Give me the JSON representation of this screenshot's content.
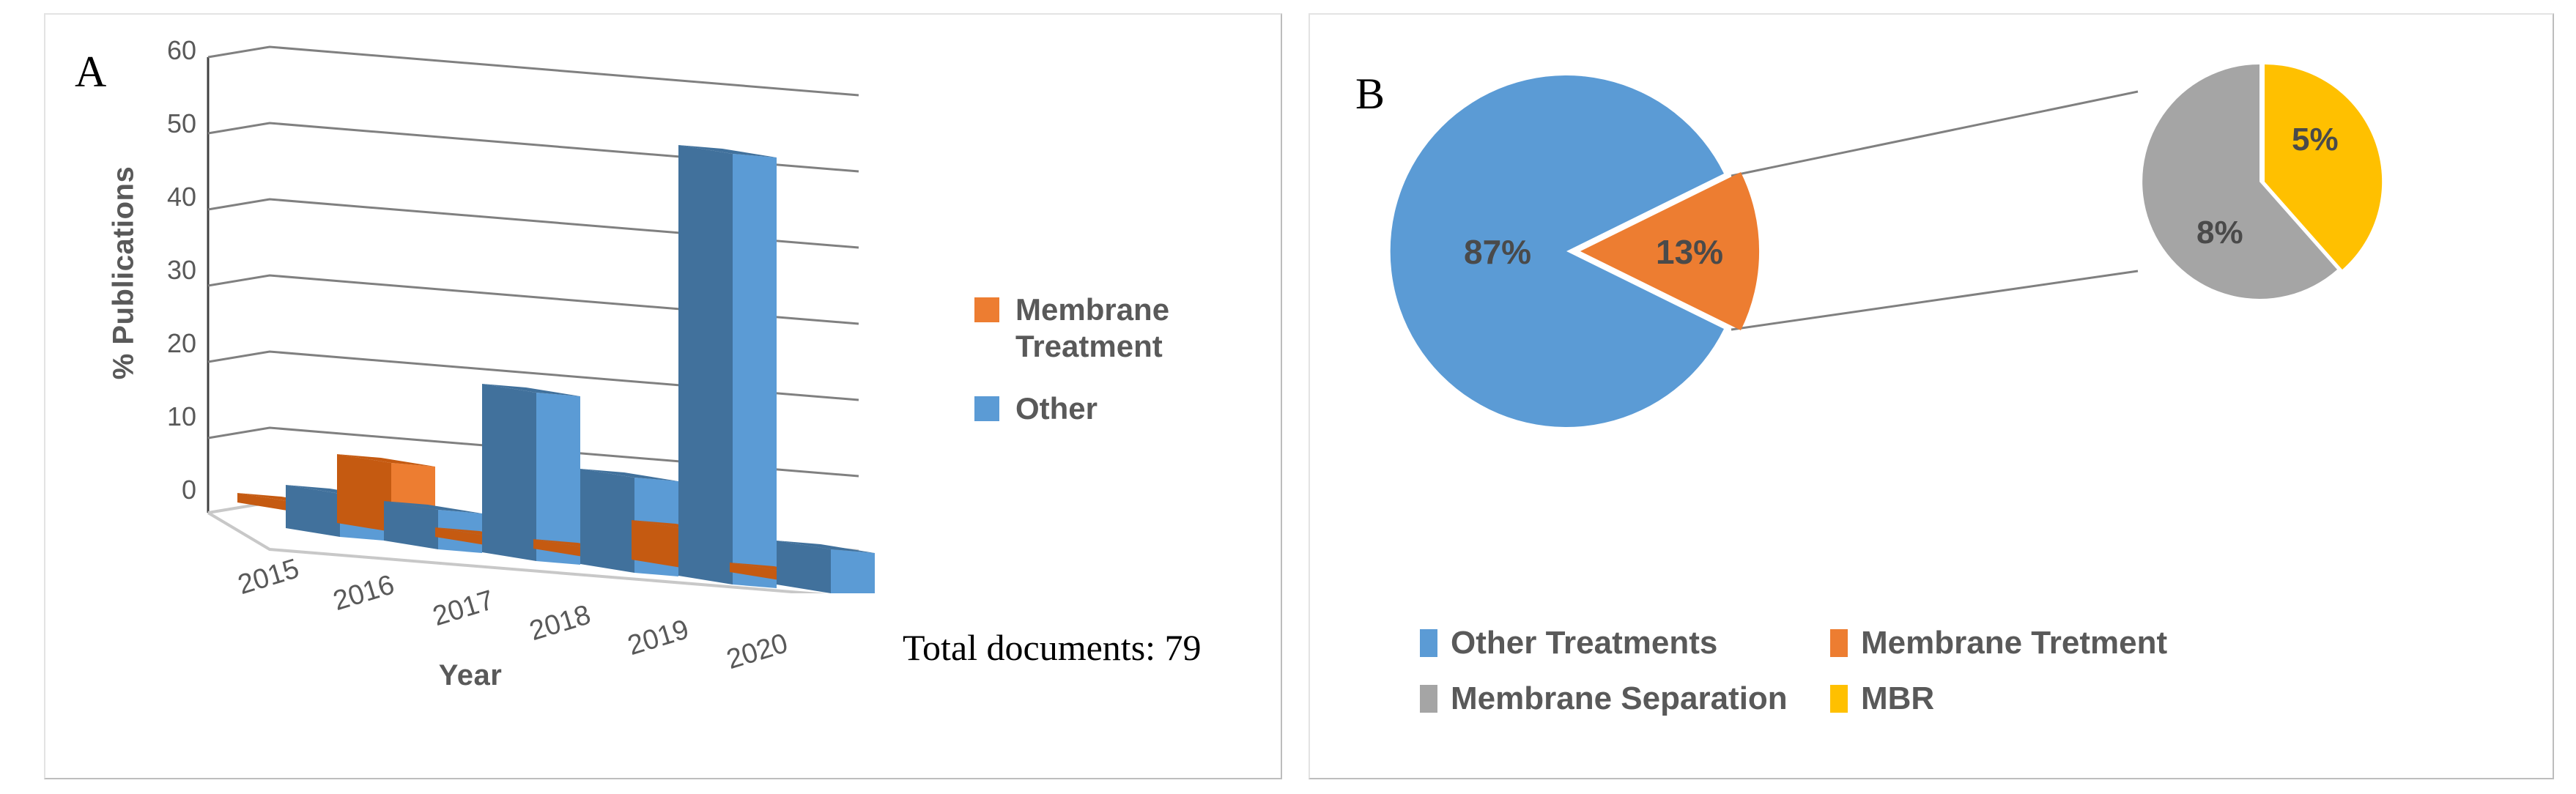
{
  "panel_a": {
    "letter": "A",
    "ylabel": "% Publications",
    "xlabel": "Year",
    "total_documents": "Total documents: 79",
    "yticks": [
      "60",
      "50",
      "40",
      "30",
      "20",
      "10",
      "0"
    ],
    "xticks": [
      "2015",
      "2016",
      "2017",
      "2018",
      "2019",
      "2020"
    ],
    "legend": [
      {
        "label": "Membrane Treatment",
        "color": "#ED7D31"
      },
      {
        "label": "Other",
        "color": "#5B9BD5"
      }
    ]
  },
  "panel_b": {
    "letter": "B",
    "main_labels": [
      "87%",
      "13%"
    ],
    "detail_labels": [
      "8%",
      "5%"
    ],
    "legend": [
      {
        "label": "Other Treatments",
        "color": "#5B9BD5"
      },
      {
        "label": "Membrane Tretment",
        "color": "#ED7D31"
      },
      {
        "label": "Membrane Separation",
        "color": "#A5A5A5"
      },
      {
        "label": "MBR",
        "color": "#FFC000"
      }
    ]
  },
  "chart_data": [
    {
      "id": "panel-a-bars",
      "type": "bar",
      "title": "",
      "xlabel": "Year",
      "ylabel": "% Publications",
      "categories": [
        "2015",
        "2016",
        "2017",
        "2018",
        "2019",
        "2020"
      ],
      "ylim": [
        0,
        60
      ],
      "ytick_step": 10,
      "grid": true,
      "three_d": true,
      "legend_position": "right",
      "annotation": "Total documents: 79",
      "series": [
        {
          "name": "Membrane Treatment",
          "color": "#ED7D31",
          "values": [
            1,
            6,
            1,
            1,
            4,
            1
          ]
        },
        {
          "name": "Other",
          "color": "#5B9BD5",
          "values": [
            3,
            3,
            16,
            0,
            9,
            48,
            2
          ]
        }
      ],
      "series_note": "Other values by year: 2015=3, 2016=3, 2017=16, 2018=9, 2019=48, 2020=2"
    },
    {
      "id": "panel-b-main-pie",
      "type": "pie",
      "title": "",
      "legend_position": "bottom",
      "labels": [
        "Other Treatments",
        "Membrane Tretment"
      ],
      "values": [
        87,
        13
      ],
      "display_labels": [
        "87%",
        "13%"
      ],
      "colors": [
        "#5B9BD5",
        "#ED7D31"
      ],
      "exploded": [
        "Membrane Tretment"
      ]
    },
    {
      "id": "panel-b-detail-pie",
      "type": "pie",
      "title": "",
      "labels": [
        "Membrane Separation",
        "MBR"
      ],
      "values": [
        8,
        5
      ],
      "display_labels": [
        "8%",
        "5%"
      ],
      "colors": [
        "#A5A5A5",
        "#FFC000"
      ]
    }
  ]
}
